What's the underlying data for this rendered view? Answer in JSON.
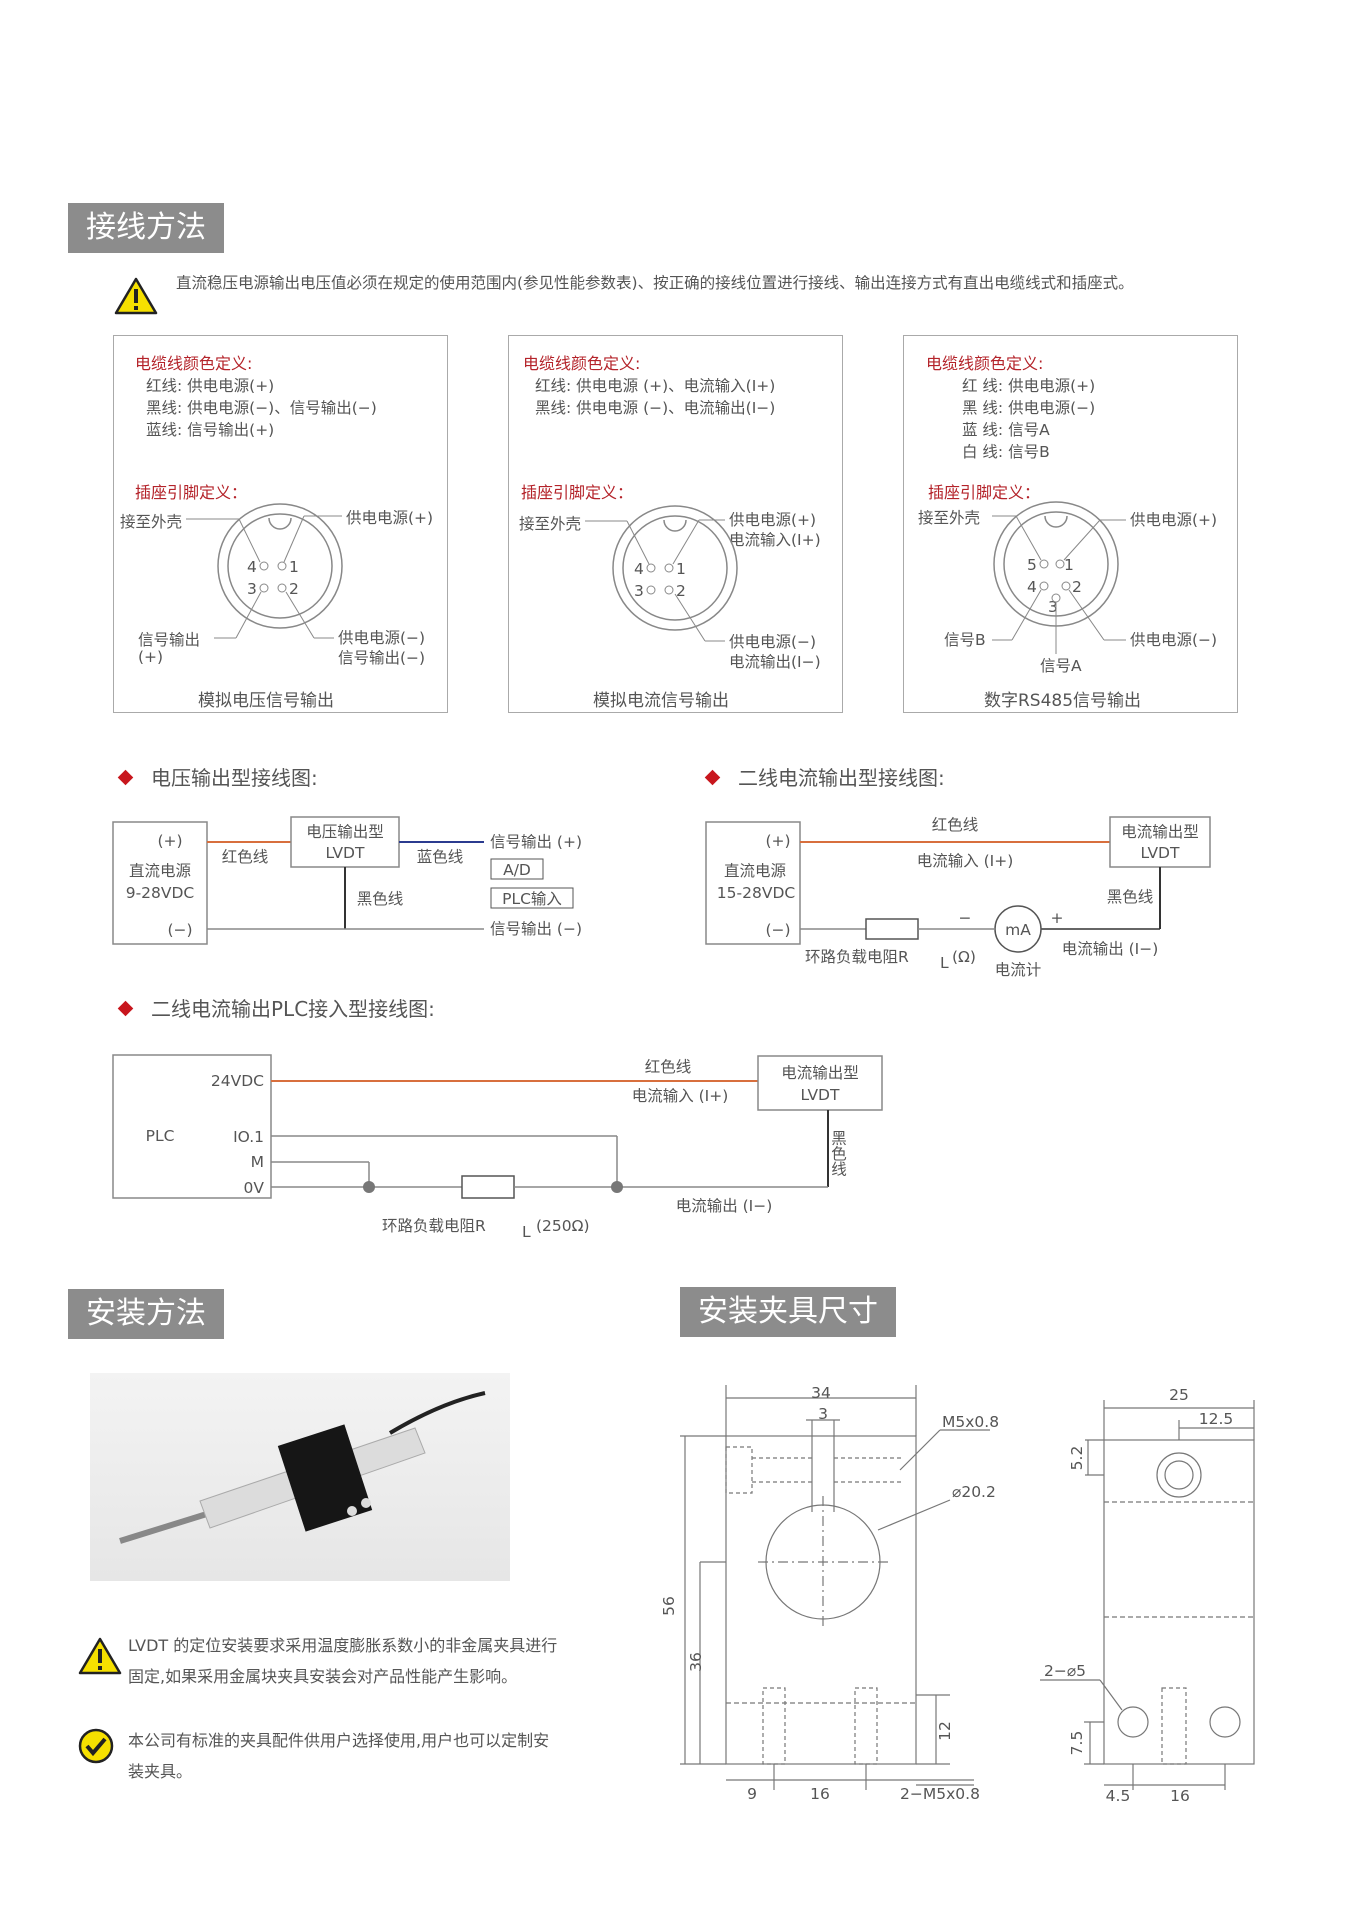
{
  "wiring": {
    "title": "接线方法",
    "notice": "直流稳压电源输出电压值必须在规定的使用范围内(参见性能参数表)、按正确的接线位置进行接线、输出连接方式有直出电缆线式和插座式。",
    "panels": [
      {
        "cable_title": "电缆线颜色定义:",
        "cable_lines": [
          "红线: 供电电源(+)",
          "黑线: 供电电源(−)、信号输出(−)",
          "蓝线: 信号输出(+)"
        ],
        "pin_title": "插座引脚定义：",
        "labels": {
          "shell": "接至外壳",
          "top_right": "供电电源(+)",
          "top_right2": "",
          "bottom_right": "供电电源(−)",
          "bottom_right2": "信号输出(−)",
          "bottom_left": "信号输出",
          "bottom_left2": "(+)"
        },
        "pins": [
          "4",
          "1",
          "3",
          "2"
        ],
        "caption": "模拟电压信号输出"
      },
      {
        "cable_title": "电缆线颜色定义:",
        "cable_lines": [
          "红线: 供电电源 (+)、电流输入(I+)",
          "黑线: 供电电源 (−)、电流输出(I−)"
        ],
        "pin_title": "插座引脚定义：",
        "labels": {
          "shell": "接至外壳",
          "top_right": "供电电源(+)",
          "top_right2": "电流输入(I+)",
          "bottom_right": "供电电源(−)",
          "bottom_right2": "电流输出(I−)"
        },
        "pins": [
          "4",
          "1",
          "3",
          "2"
        ],
        "caption": "模拟电流信号输出"
      },
      {
        "cable_title": "电缆线颜色定义:",
        "cable_lines": [
          "红 线: 供电电源(+)",
          "黑 线: 供电电源(−)",
          "蓝 线: 信号A",
          "白 线: 信号B"
        ],
        "pin_title": "插座引脚定义：",
        "labels": {
          "shell": "接至外壳",
          "top_right": "供电电源(+)",
          "bottom_right": "供电电源(−)",
          "bottom_left": "信号B",
          "bottom_mid": "信号A"
        },
        "pins": [
          "5",
          "1",
          "4",
          "2",
          "3"
        ],
        "caption": "数字RS485信号输出"
      }
    ]
  },
  "voltage_diagram": {
    "title": "电压输出型接线图:",
    "supply": [
      "(+)",
      "直流电源",
      "9-28VDC",
      "(−)"
    ],
    "red_wire": "红色线",
    "device": [
      "电压输出型",
      "LVDT"
    ],
    "blue_wire": "蓝色线",
    "black_wire": "黑色线",
    "out_plus": "信号输出 (+)",
    "ad": "A/D",
    "plc": "PLC输入",
    "out_minus": "信号输出 (−)"
  },
  "current_diagram": {
    "title": "二线电流输出型接线图:",
    "supply": [
      "(+)",
      "直流电源",
      "15-28VDC",
      "(−)"
    ],
    "red_wire": "红色线",
    "current_in": "电流输入 (I+)",
    "device": [
      "电流输出型",
      "LVDT"
    ],
    "black_wire": "黑色线",
    "minus": "−",
    "plus": "+",
    "meter": "mA",
    "meter_label": "电流计",
    "current_out": "电流输出 (I−)",
    "resistor": "环路负载电阻R",
    "resistor_sub": "L",
    "resistor_unit": "(Ω)"
  },
  "plc_diagram": {
    "title": "二线电流输出PLC接入型接线图:",
    "plc": "PLC",
    "v24": "24VDC",
    "io": "IO.1",
    "m": "M",
    "v0": "0V",
    "red_wire": "红色线",
    "current_in": "电流输入 (I+)",
    "device": [
      "电流输出型",
      "LVDT"
    ],
    "black_wire": "黑色线",
    "current_out": "电流输出 (I−)",
    "resistor": "环路负载电阻R",
    "resistor_sub": "L",
    "resistor_unit": "(250Ω)"
  },
  "install": {
    "title": "安装方法",
    "note1": "LVDT 的定位安装要求采用温度膨胀系数小的非金属夹具进行固定,如果采用金属块夹具安装会对产品性能产生影响。",
    "note2": "本公司有标准的夹具配件供用户选择使用,用户也可以定制安装夹具。"
  },
  "fixture": {
    "title": "安装夹具尺寸",
    "dims": {
      "w34": "34",
      "w3": "3",
      "m5": "M5x0.8",
      "dia": "⌀20.2",
      "h56": "56",
      "h36": "36",
      "h12": "12",
      "b9": "9",
      "b16": "16",
      "b2m5": "2−M5x0.8",
      "w25": "25",
      "w125": "12.5",
      "h52": "5.2",
      "d2": "2−⌀5",
      "h75": "7.5",
      "s45": "4.5",
      "s16": "16"
    }
  }
}
